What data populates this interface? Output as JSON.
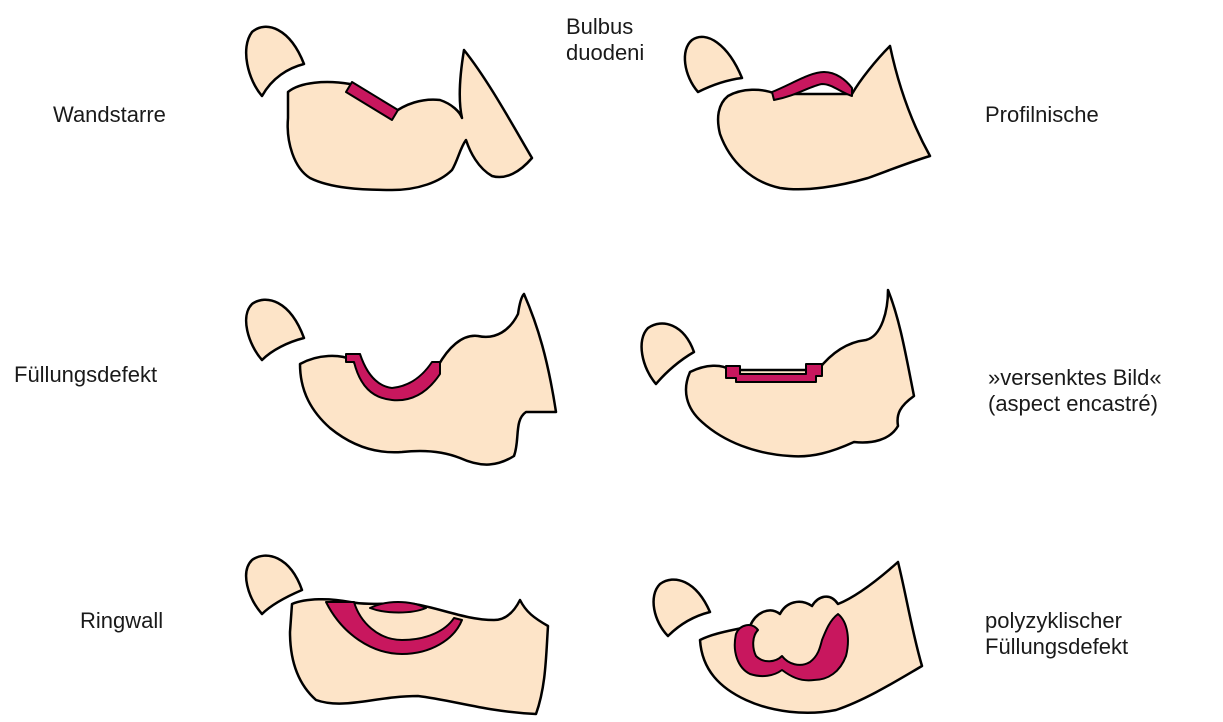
{
  "labels": {
    "wandstarre": "Wandstarre",
    "bulbus_line1": "Bulbus",
    "bulbus_line2": "duodeni",
    "profilnische": "Profilnische",
    "fuellungsdefekt": "Füllungsdefekt",
    "versenktes_line1": "»versenktes Bild«",
    "versenktes_line2": "(aspect encastré)",
    "ringwall": "Ringwall",
    "polyzyklisch_line1": "polyzyklischer",
    "polyzyklisch_line2": "Füllungsdefekt"
  },
  "colors": {
    "organ_fill": "#fde4c8",
    "lesion_fill": "#c8175e",
    "outline": "#000000"
  }
}
